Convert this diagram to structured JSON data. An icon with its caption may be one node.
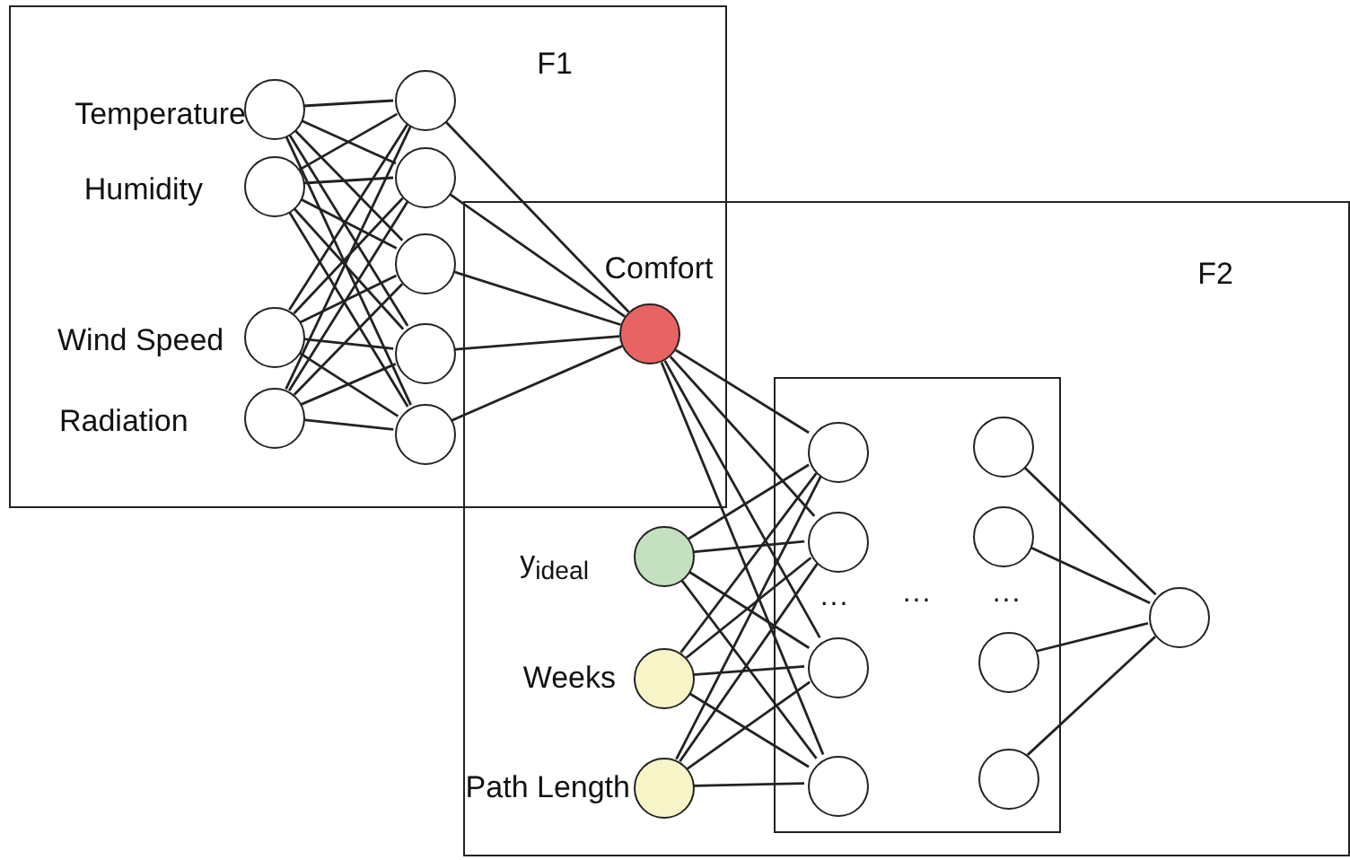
{
  "diagram": {
    "nodes": [
      {
        "text": [
          "F1"
        ]
      },
      {
        "text": [],
        "shape": "circle",
        "beside": [
          "Temperature"
        ],
        "in": 0
      },
      {
        "text": [],
        "shape": "circle",
        "beside": [
          "Humidity"
        ],
        "in": 0
      },
      {
        "text": [],
        "shape": "circle",
        "beside": [
          "Wind Speed"
        ],
        "in": 0
      },
      {
        "text": [],
        "shape": "circle",
        "beside": [
          "Radiation"
        ],
        "in": 0
      },
      {
        "text": [],
        "shape": "circle",
        "in": 0
      },
      {
        "text": [],
        "shape": "circle",
        "in": 0
      },
      {
        "text": [],
        "shape": "circle",
        "in": 0
      },
      {
        "text": [],
        "shape": "circle",
        "in": 0
      },
      {
        "text": [],
        "shape": "circle",
        "in": 0
      },
      {
        "text": [
          "F2"
        ]
      },
      {
        "text": [],
        "shape": "circle",
        "beside": [
          "Comfort"
        ]
      },
      {
        "text": [],
        "shape": "circle",
        "beside": [
          "y$_{ideal}$"
        ],
        "in": 10
      },
      {
        "text": [],
        "shape": "circle",
        "beside": [
          "Weeks"
        ],
        "in": 10
      },
      {
        "text": [],
        "shape": "circle",
        "beside": [
          "Path Length"
        ],
        "in": 10
      },
      {
        "text": [],
        "shape": "box",
        "in": 10
      },
      {
        "text": [],
        "shape": "circle",
        "in": 15
      },
      {
        "text": [],
        "shape": "circle",
        "in": 15
      },
      {
        "text": [],
        "shape": "circle",
        "in": 15
      },
      {
        "text": [],
        "shape": "circle",
        "in": 15
      },
      {
        "text": [],
        "shape": "circle",
        "in": 15
      },
      {
        "text": [],
        "shape": "circle",
        "in": 15
      },
      {
        "text": [],
        "shape": "circle",
        "in": 15
      },
      {
        "text": [],
        "shape": "circle",
        "in": 15
      },
      {
        "text": [],
        "shape": "circle",
        "in": 10
      }
    ],
    "edges": [
      {
        "from": 1,
        "to": 5,
        "arrow": "none"
      },
      {
        "from": 1,
        "to": 6,
        "arrow": "none"
      },
      {
        "from": 1,
        "to": 7,
        "arrow": "none"
      },
      {
        "from": 1,
        "to": 8,
        "arrow": "none"
      },
      {
        "from": 1,
        "to": 9,
        "arrow": "none"
      },
      {
        "from": 2,
        "to": 5,
        "arrow": "none"
      },
      {
        "from": 2,
        "to": 6,
        "arrow": "none"
      },
      {
        "from": 2,
        "to": 7,
        "arrow": "none"
      },
      {
        "from": 2,
        "to": 8,
        "arrow": "none"
      },
      {
        "from": 2,
        "to": 9,
        "arrow": "none"
      },
      {
        "from": 3,
        "to": 5,
        "arrow": "none"
      },
      {
        "from": 3,
        "to": 6,
        "arrow": "none"
      },
      {
        "from": 3,
        "to": 7,
        "arrow": "none"
      },
      {
        "from": 3,
        "to": 8,
        "arrow": "none"
      },
      {
        "from": 3,
        "to": 9,
        "arrow": "none"
      },
      {
        "from": 4,
        "to": 5,
        "arrow": "none"
      },
      {
        "from": 4,
        "to": 6,
        "arrow": "none"
      },
      {
        "from": 4,
        "to": 7,
        "arrow": "none"
      },
      {
        "from": 4,
        "to": 8,
        "arrow": "none"
      },
      {
        "from": 4,
        "to": 9,
        "arrow": "none"
      },
      {
        "from": 5,
        "to": 11,
        "arrow": "none"
      },
      {
        "from": 6,
        "to": 11,
        "arrow": "none"
      },
      {
        "from": 7,
        "to": 11,
        "arrow": "none"
      },
      {
        "from": 8,
        "to": 11,
        "arrow": "none"
      },
      {
        "from": 9,
        "to": 11,
        "arrow": "none"
      },
      {
        "from": 11,
        "to": 16,
        "arrow": "none"
      },
      {
        "from": 11,
        "to": 17,
        "arrow": "none"
      },
      {
        "from": 11,
        "to": 18,
        "arrow": "none"
      },
      {
        "from": 11,
        "to": 19,
        "arrow": "none"
      },
      {
        "from": 12,
        "to": 16,
        "arrow": "none"
      },
      {
        "from": 12,
        "to": 17,
        "arrow": "none"
      },
      {
        "from": 12,
        "to": 18,
        "arrow": "none"
      },
      {
        "from": 12,
        "to": 19,
        "arrow": "none"
      },
      {
        "from": 13,
        "to": 16,
        "arrow": "none"
      },
      {
        "from": 13,
        "to": 17,
        "arrow": "none"
      },
      {
        "from": 13,
        "to": 18,
        "arrow": "none"
      },
      {
        "from": 13,
        "to": 19,
        "arrow": "none"
      },
      {
        "from": 14,
        "to": 16,
        "arrow": "none"
      },
      {
        "from": 14,
        "to": 17,
        "arrow": "none"
      },
      {
        "from": 14,
        "to": 18,
        "arrow": "none"
      },
      {
        "from": 14,
        "to": 19,
        "arrow": "none"
      },
      {
        "from": 20,
        "to": 24,
        "arrow": "none"
      },
      {
        "from": 21,
        "to": 24,
        "arrow": "none"
      },
      {
        "from": 22,
        "to": 24,
        "arrow": "none"
      },
      {
        "from": 23,
        "to": 24,
        "arrow": "none"
      }
    ],
    "labels": [
      "...",
      "...",
      "..."
    ]
  }
}
